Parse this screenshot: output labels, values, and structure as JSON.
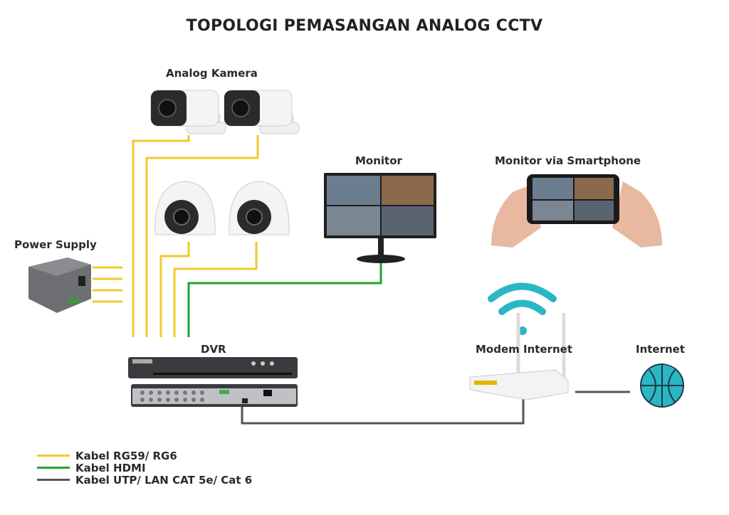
{
  "title": "TOPOLOGI PEMASANGAN ANALOG CCTV",
  "labels": {
    "analog_camera": "Analog Kamera",
    "monitor": "Monitor",
    "monitor_smartphone": "Monitor via Smartphone",
    "power_supply": "Power Supply",
    "dvr": "DVR",
    "modem": "Modem Internet",
    "internet": "Internet"
  },
  "legend": [
    {
      "label": "Kabel RG59/ RG6",
      "color": "#f2c92e"
    },
    {
      "label": "Kabel HDMI",
      "color": "#22a52c"
    },
    {
      "label": "Kabel UTP/ LAN CAT 5e/ Cat 6",
      "color": "#555555"
    }
  ],
  "colors": {
    "wifi": "#2bb6c4",
    "globe": "#2bb6c4",
    "device_dark": "#3a3b3f"
  }
}
